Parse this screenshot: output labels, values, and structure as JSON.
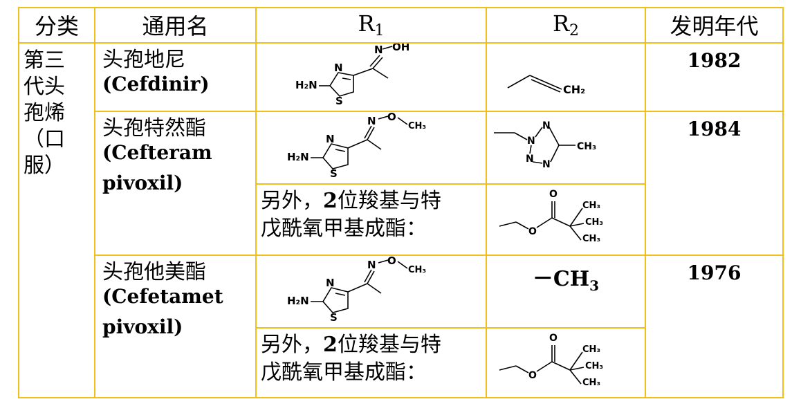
{
  "headers": {
    "category": "分类",
    "generic_name": "通用名",
    "r1_base": "R",
    "r1_sub": "1",
    "r2_base": "R",
    "r2_sub": "2",
    "year": "发明年代"
  },
  "category_lines": [
    "第三",
    "代头",
    "孢烯",
    "（口",
    "服）"
  ],
  "drugs": [
    {
      "name_cn": "头孢地尼",
      "name_en": "(Cefdinir)",
      "year": "1982"
    },
    {
      "name_cn": "头孢特然酯",
      "name_en_1": "(Cefteram",
      "name_en_2": "pivoxil)",
      "year": "1984",
      "note_1": "另外，",
      "note_b": "2",
      "note_2": "位羧基与特",
      "note_3": "戊酰氧甲基成酯："
    },
    {
      "name_cn": "头孢他美酯",
      "name_en_1": "(Cefetamet",
      "name_en_2": "pivoxil)",
      "year": "1976",
      "note_1": "另外，",
      "note_b": "2",
      "note_2": "位羧基与特",
      "note_3": "戊酰氧甲基成酯：",
      "r2_dash": "－",
      "r2_ch": "CH",
      "r2_ch_sub": "3"
    }
  ],
  "chem": {
    "n": "N",
    "s": "S",
    "oh": "OH",
    "o": "O",
    "h2n": "H₂N",
    "ch2": "CH₂",
    "ch3": "CH₃"
  }
}
